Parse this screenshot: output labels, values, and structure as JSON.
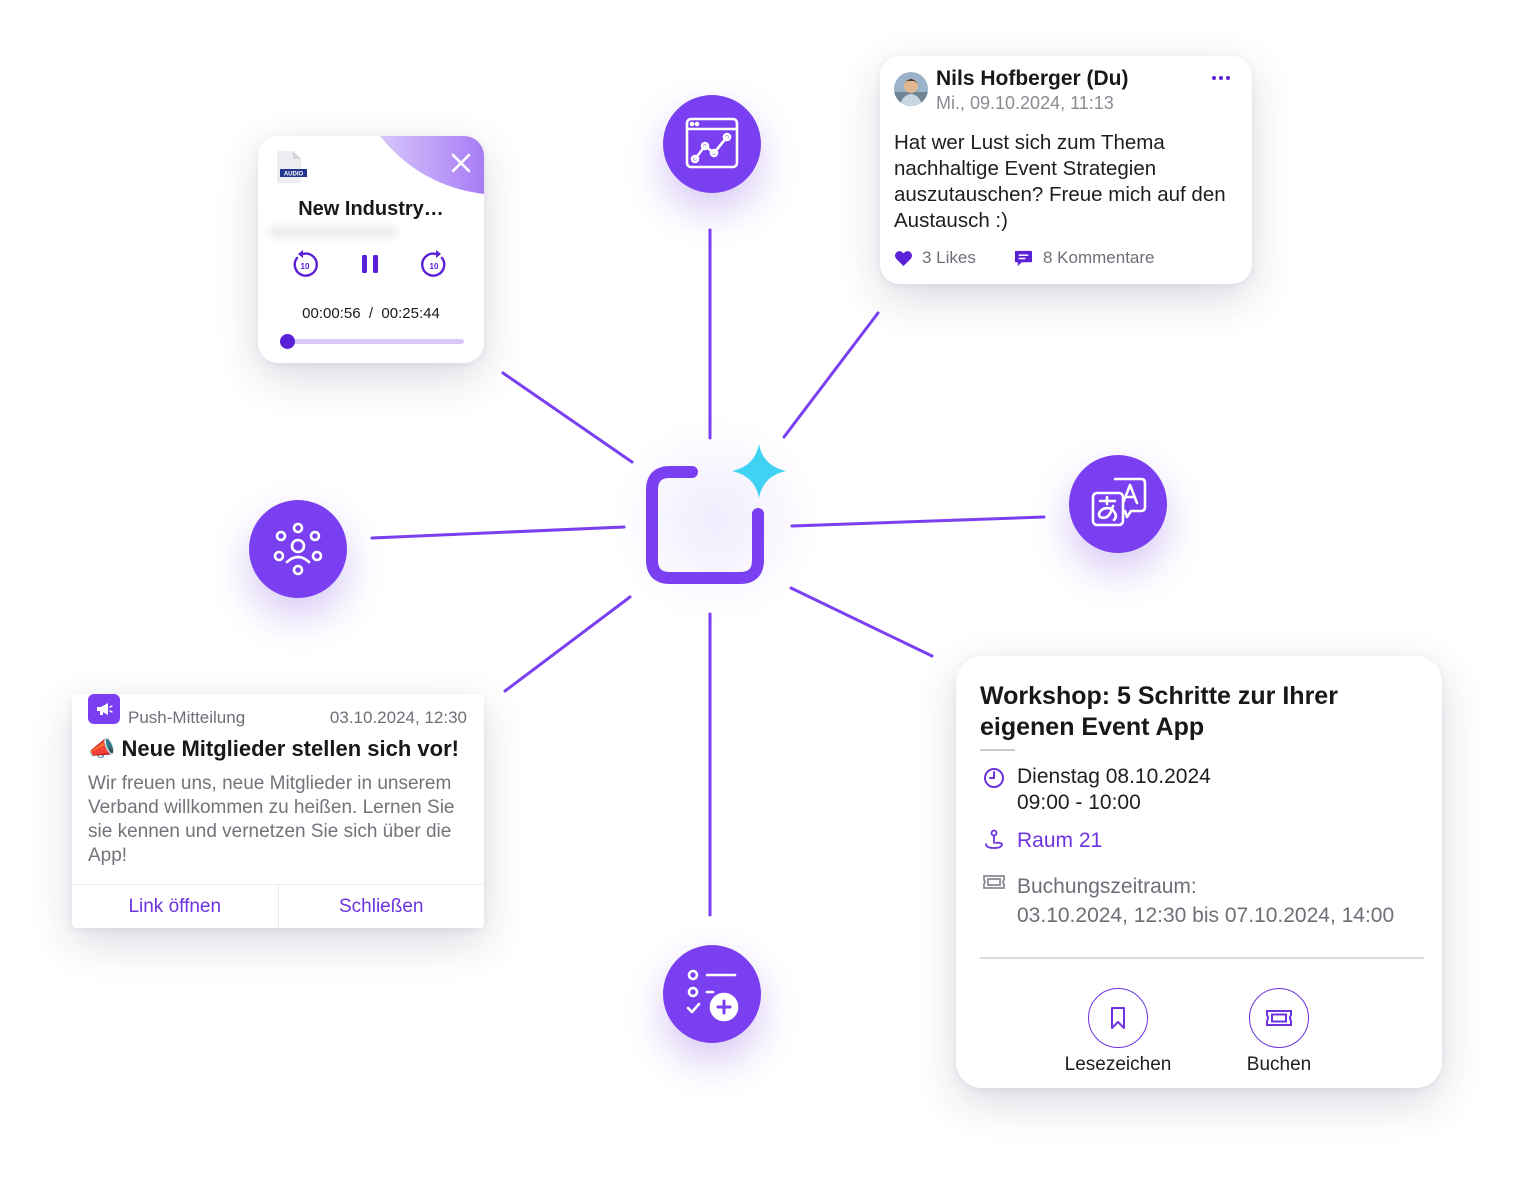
{
  "colors": {
    "accent": "#7a3ff0",
    "accent_dark": "#5b21d6",
    "sparkle": "#3fd2f2"
  },
  "audio_player": {
    "file_badge": "AUDIO",
    "title": "New Industry…",
    "current_time": "00:00:56",
    "separator": "/",
    "total_time": "00:25:44",
    "progress": 0.036,
    "skip_back_label": "10",
    "skip_forward_label": "10",
    "icons": [
      "file-audio-icon",
      "close-icon",
      "rewind-10-icon",
      "pause-icon",
      "forward-10-icon"
    ]
  },
  "post": {
    "author": "Nils Hofberger (Du)",
    "date": "Mi., 09.10.2024, 11:13",
    "text": "Hat wer Lust sich zum Thema nachhaltige Event Strategien auszutauschen? Freue mich auf den Austausch :)",
    "likes": "3 Likes",
    "comments": "8 Kommentare",
    "icons": [
      "avatar",
      "more-icon",
      "heart-icon",
      "comment-icon"
    ]
  },
  "push": {
    "label": "Push-Mitteilung",
    "date": "03.10.2024, 12:30",
    "emoji": "📣",
    "title": "Neue Mitglieder stellen sich vor!",
    "body": "Wir freuen uns, neue Mitglieder in unserem Verband willkommen zu heißen. Lernen Sie sie kennen und vernetzen Sie sich über die App!",
    "open_button": "Link öffnen",
    "close_button": "Schließen",
    "icons": [
      "megaphone-icon"
    ]
  },
  "event": {
    "title": "Workshop: 5 Schritte zur Ihrer eigenen Event App",
    "date": "Dienstag 08.10.2024",
    "time": "09:00 - 10:00",
    "room": "Raum 21",
    "booking_label": "Buchungszeitraum:",
    "booking_period": "03.10.2024, 12:30 bis 07.10.2024, 14:00",
    "bookmark_label": "Lesezeichen",
    "book_label": "Buchen",
    "icons": [
      "clock-icon",
      "location-pin-icon",
      "ticket-icon",
      "bookmark-icon",
      "ticket-icon"
    ]
  },
  "feature_icons": [
    "analytics-chart-icon",
    "translate-icon",
    "community-network-icon",
    "checklist-add-icon"
  ],
  "center_logo": [
    "app-logo-icon",
    "sparkle-icon"
  ]
}
